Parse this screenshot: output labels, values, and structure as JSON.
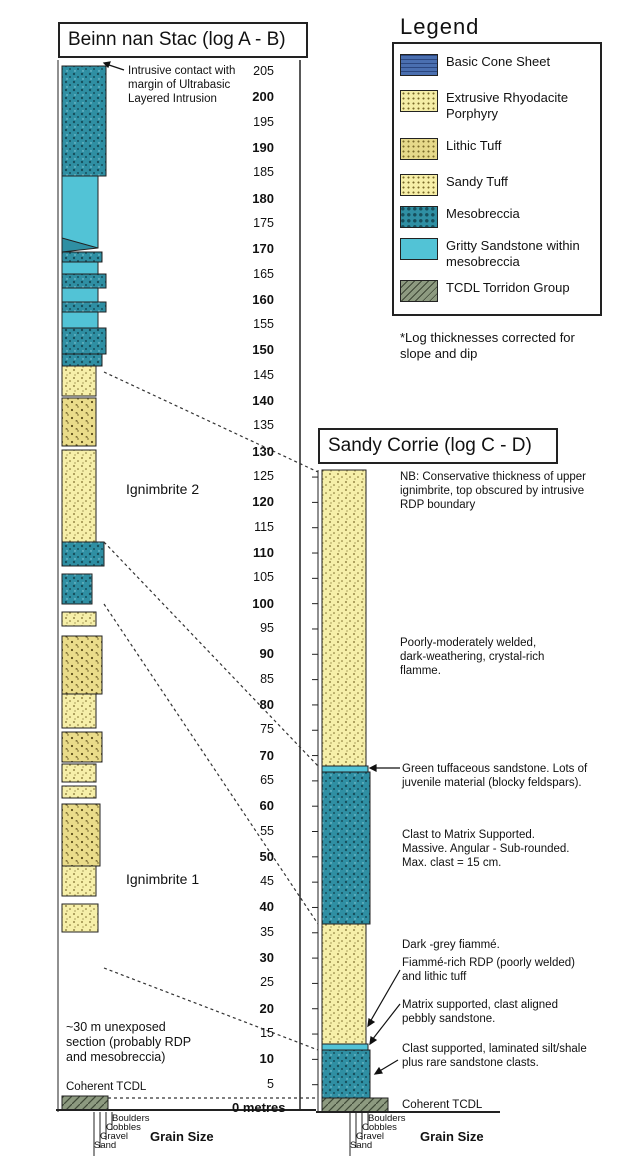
{
  "log_ab": {
    "title": "Beinn nan Stac (log A - B)",
    "ticks": [
      "5",
      "10",
      "15",
      "20",
      "25",
      "30",
      "35",
      "40",
      "45",
      "50",
      "55",
      "60",
      "65",
      "70",
      "75",
      "80",
      "85",
      "90",
      "95",
      "100",
      "105",
      "110",
      "115",
      "120",
      "125",
      "130",
      "135",
      "140",
      "145",
      "150",
      "155",
      "160",
      "165",
      "170",
      "175",
      "180",
      "185",
      "190",
      "195",
      "200",
      "205"
    ],
    "zero_label": "0 metres",
    "note_top": "Intrusive contact with margin of Ultrabasic Layered Intrusion",
    "ignimbrite2": "Ignimbrite 2",
    "ignimbrite1": "Ignimbrite 1",
    "unexposed": "~30 m unexposed section (probably RDP and mesobreccia)",
    "base_label": "Coherent TCDL",
    "grain_size": "Grain Size",
    "grain_classes": [
      "Boulders",
      "Cobbles",
      "Gravel",
      "Sand"
    ]
  },
  "log_cd": {
    "title": "Sandy Corrie (log C - D)",
    "notes": {
      "top": "NB: Conservative thickness of upper ignimbrite, top obscured by intrusive RDP boundary",
      "welded": "Poorly-moderately welded, dark-weathering, crystal-rich flamme.",
      "green": "Green tuffaceous sandstone. Lots of juvenile material (blocky feldspars).",
      "clast": "Clast to Matrix Supported. Massive. Angular - Sub-rounded. Max. clast = 15 cm.",
      "fiamme_dark": "Dark -grey fiammé.",
      "fiamme_rich": "Fiammé-rich RDP (poorly welded) and lithic tuff",
      "matrix": "Matrix supported, clast aligned pebbly sandstone.",
      "laminated": "Clast supported, laminated silt/shale plus rare sandstone clasts.",
      "base": "Coherent TCDL"
    },
    "grain_size": "Grain Size",
    "grain_classes": [
      "Boulders",
      "Cobbles",
      "Gravel",
      "Sand"
    ]
  },
  "legend": {
    "title": "Legend",
    "items": [
      {
        "label": "Basic Cone Sheet",
        "color": "#4a6fb0"
      },
      {
        "label": "Extrusive Rhyodacite Porphyry",
        "color": "#f4eda6"
      },
      {
        "label": "Lithic Tuff",
        "color": "#e6d98a"
      },
      {
        "label": "Sandy Tuff",
        "color": "#f7efa8"
      },
      {
        "label": "Mesobreccia",
        "color": "#2f8fa3"
      },
      {
        "label": "Gritty Sandstone within mesobreccia",
        "color": "#52c3d6"
      },
      {
        "label": "TCDL Torridon Group",
        "color": "#8d9a80"
      }
    ],
    "footnote": "*Log thicknesses corrected for slope and dip"
  }
}
